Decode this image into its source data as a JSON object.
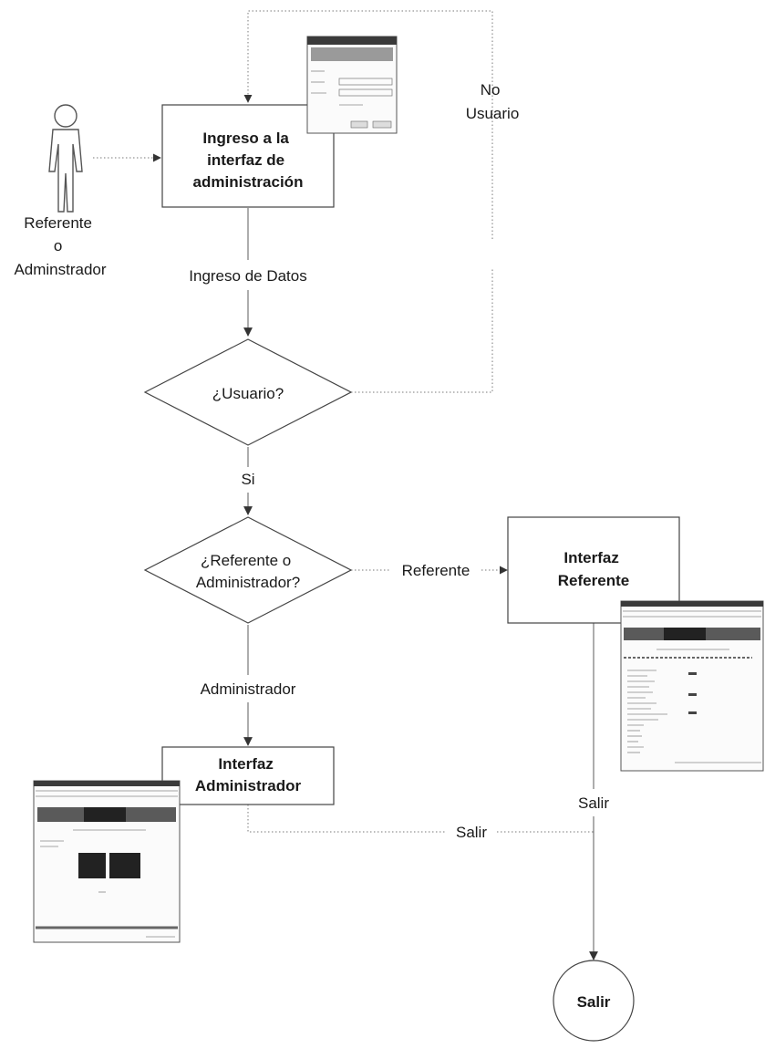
{
  "actor": {
    "label_lines": [
      "Referente",
      "o",
      "Adminstrador"
    ]
  },
  "nodes": {
    "login": {
      "lines": [
        "Ingreso a la",
        "interfaz de",
        "administración"
      ]
    },
    "user_decision": {
      "lines": [
        "¿Usuario?"
      ]
    },
    "role_decision": {
      "lines": [
        "¿Referente o",
        "Administrador?"
      ]
    },
    "referente_interface": {
      "lines": [
        "Interfaz",
        "Referente"
      ]
    },
    "admin_interface": {
      "lines": [
        "Interfaz",
        "Administrador"
      ]
    },
    "exit": {
      "lines": [
        "Salir"
      ]
    }
  },
  "edges": {
    "data_entry": "Ingreso de Datos",
    "no_user": [
      "No",
      "Usuario"
    ],
    "yes": "Si",
    "referente": "Referente",
    "administrador": "Administrador",
    "salir_referente": "Salir",
    "salir_admin": "Salir"
  }
}
